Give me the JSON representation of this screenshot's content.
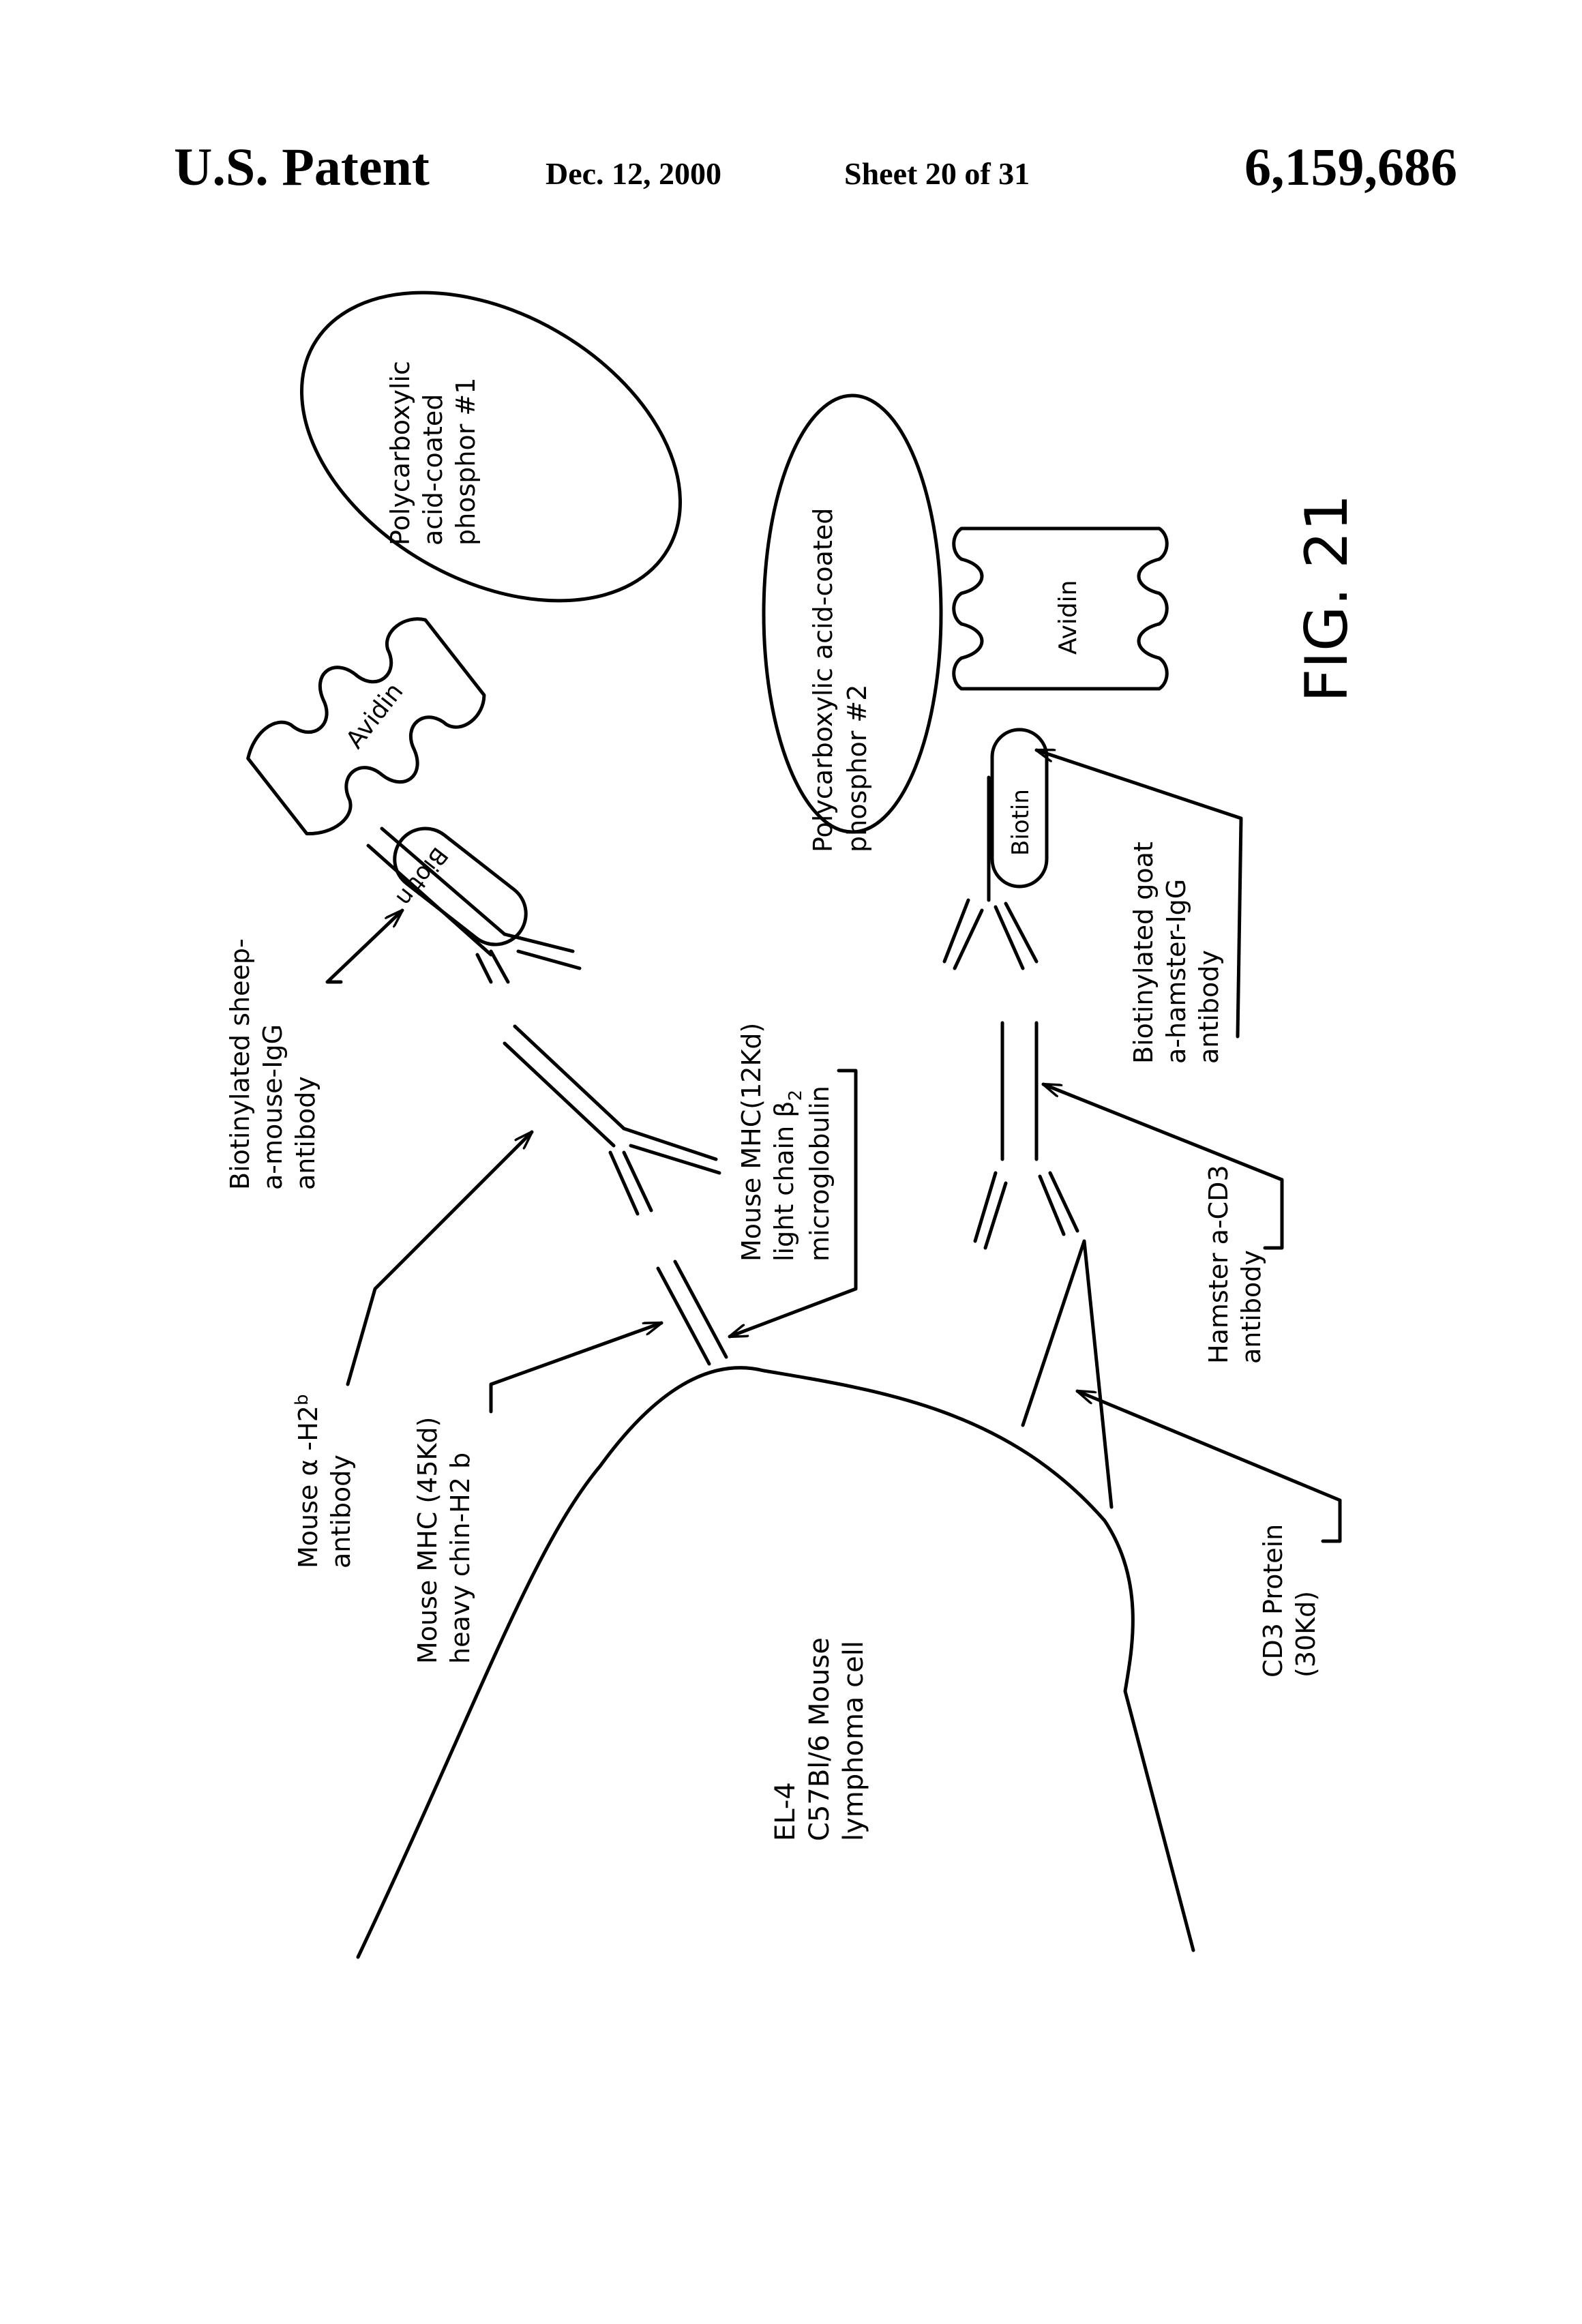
{
  "header": {
    "left": "U.S. Patent",
    "date": "Dec. 12, 2000",
    "sheet": "Sheet 20 of 31",
    "patent_number": "6,159,686"
  },
  "figure": {
    "label": "FIG. 21",
    "phosphor1": [
      "Polycarboxylic",
      "acid-coated",
      "phosphor #1"
    ],
    "phosphor2": [
      "Polycarboxylic acid-coated",
      "phosphor #2"
    ],
    "avidin": "Avidin",
    "biotin": "Biotin",
    "sheep_antibody": [
      "Biotinylated sheep-",
      "a-mouse-IgG",
      "antibody"
    ],
    "mouse_h2b_antibody": [
      "Mouse α -H2",
      "antibody"
    ],
    "mouse_h2b_sup": "b",
    "mhc_heavy": [
      "Mouse MHC (45Kd)",
      "heavy chin-H2 b"
    ],
    "mhc_light": [
      "Mouse MHC(12Kd)",
      "light chain β",
      "microglobulin"
    ],
    "mhc_light_sub": "2",
    "cell": [
      "EL-4",
      "C57Bl/6 Mouse",
      "lymphoma cell"
    ],
    "goat_antibody": [
      "Biotinylated goat",
      "a-hamster-IgG",
      "antibody"
    ],
    "hamster_antibody": [
      "Hamster a-CD3",
      "antibody"
    ],
    "cd3_protein": [
      "CD3 Protein",
      "(30Kd)"
    ]
  }
}
